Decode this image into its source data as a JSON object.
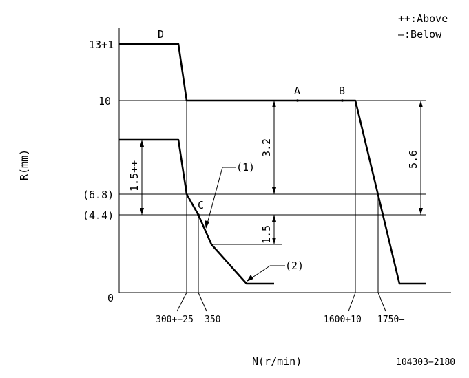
{
  "legend": {
    "above": "++:Above",
    "below": "—:Below"
  },
  "axes": {
    "y_label": "R(mm)",
    "x_label": "N(r/min)"
  },
  "y_ticks": {
    "t13": "13+1",
    "t10": "10",
    "t68": "(6.8)",
    "t44": "(4.4)",
    "t0": "0"
  },
  "x_ticks": {
    "t300": "300+−25",
    "t350": "350",
    "t1600": "1600+10",
    "t1750": "1750—"
  },
  "points": {
    "A": "A",
    "B": "B",
    "C": "C",
    "D": "D"
  },
  "callouts": {
    "c1": "(1)",
    "c2": "(2)"
  },
  "dimensions": {
    "d15pp": "1.5++",
    "d32": "3.2",
    "d56": "5.6",
    "d15": "1.5"
  },
  "drawing_number": "104303−2180"
}
